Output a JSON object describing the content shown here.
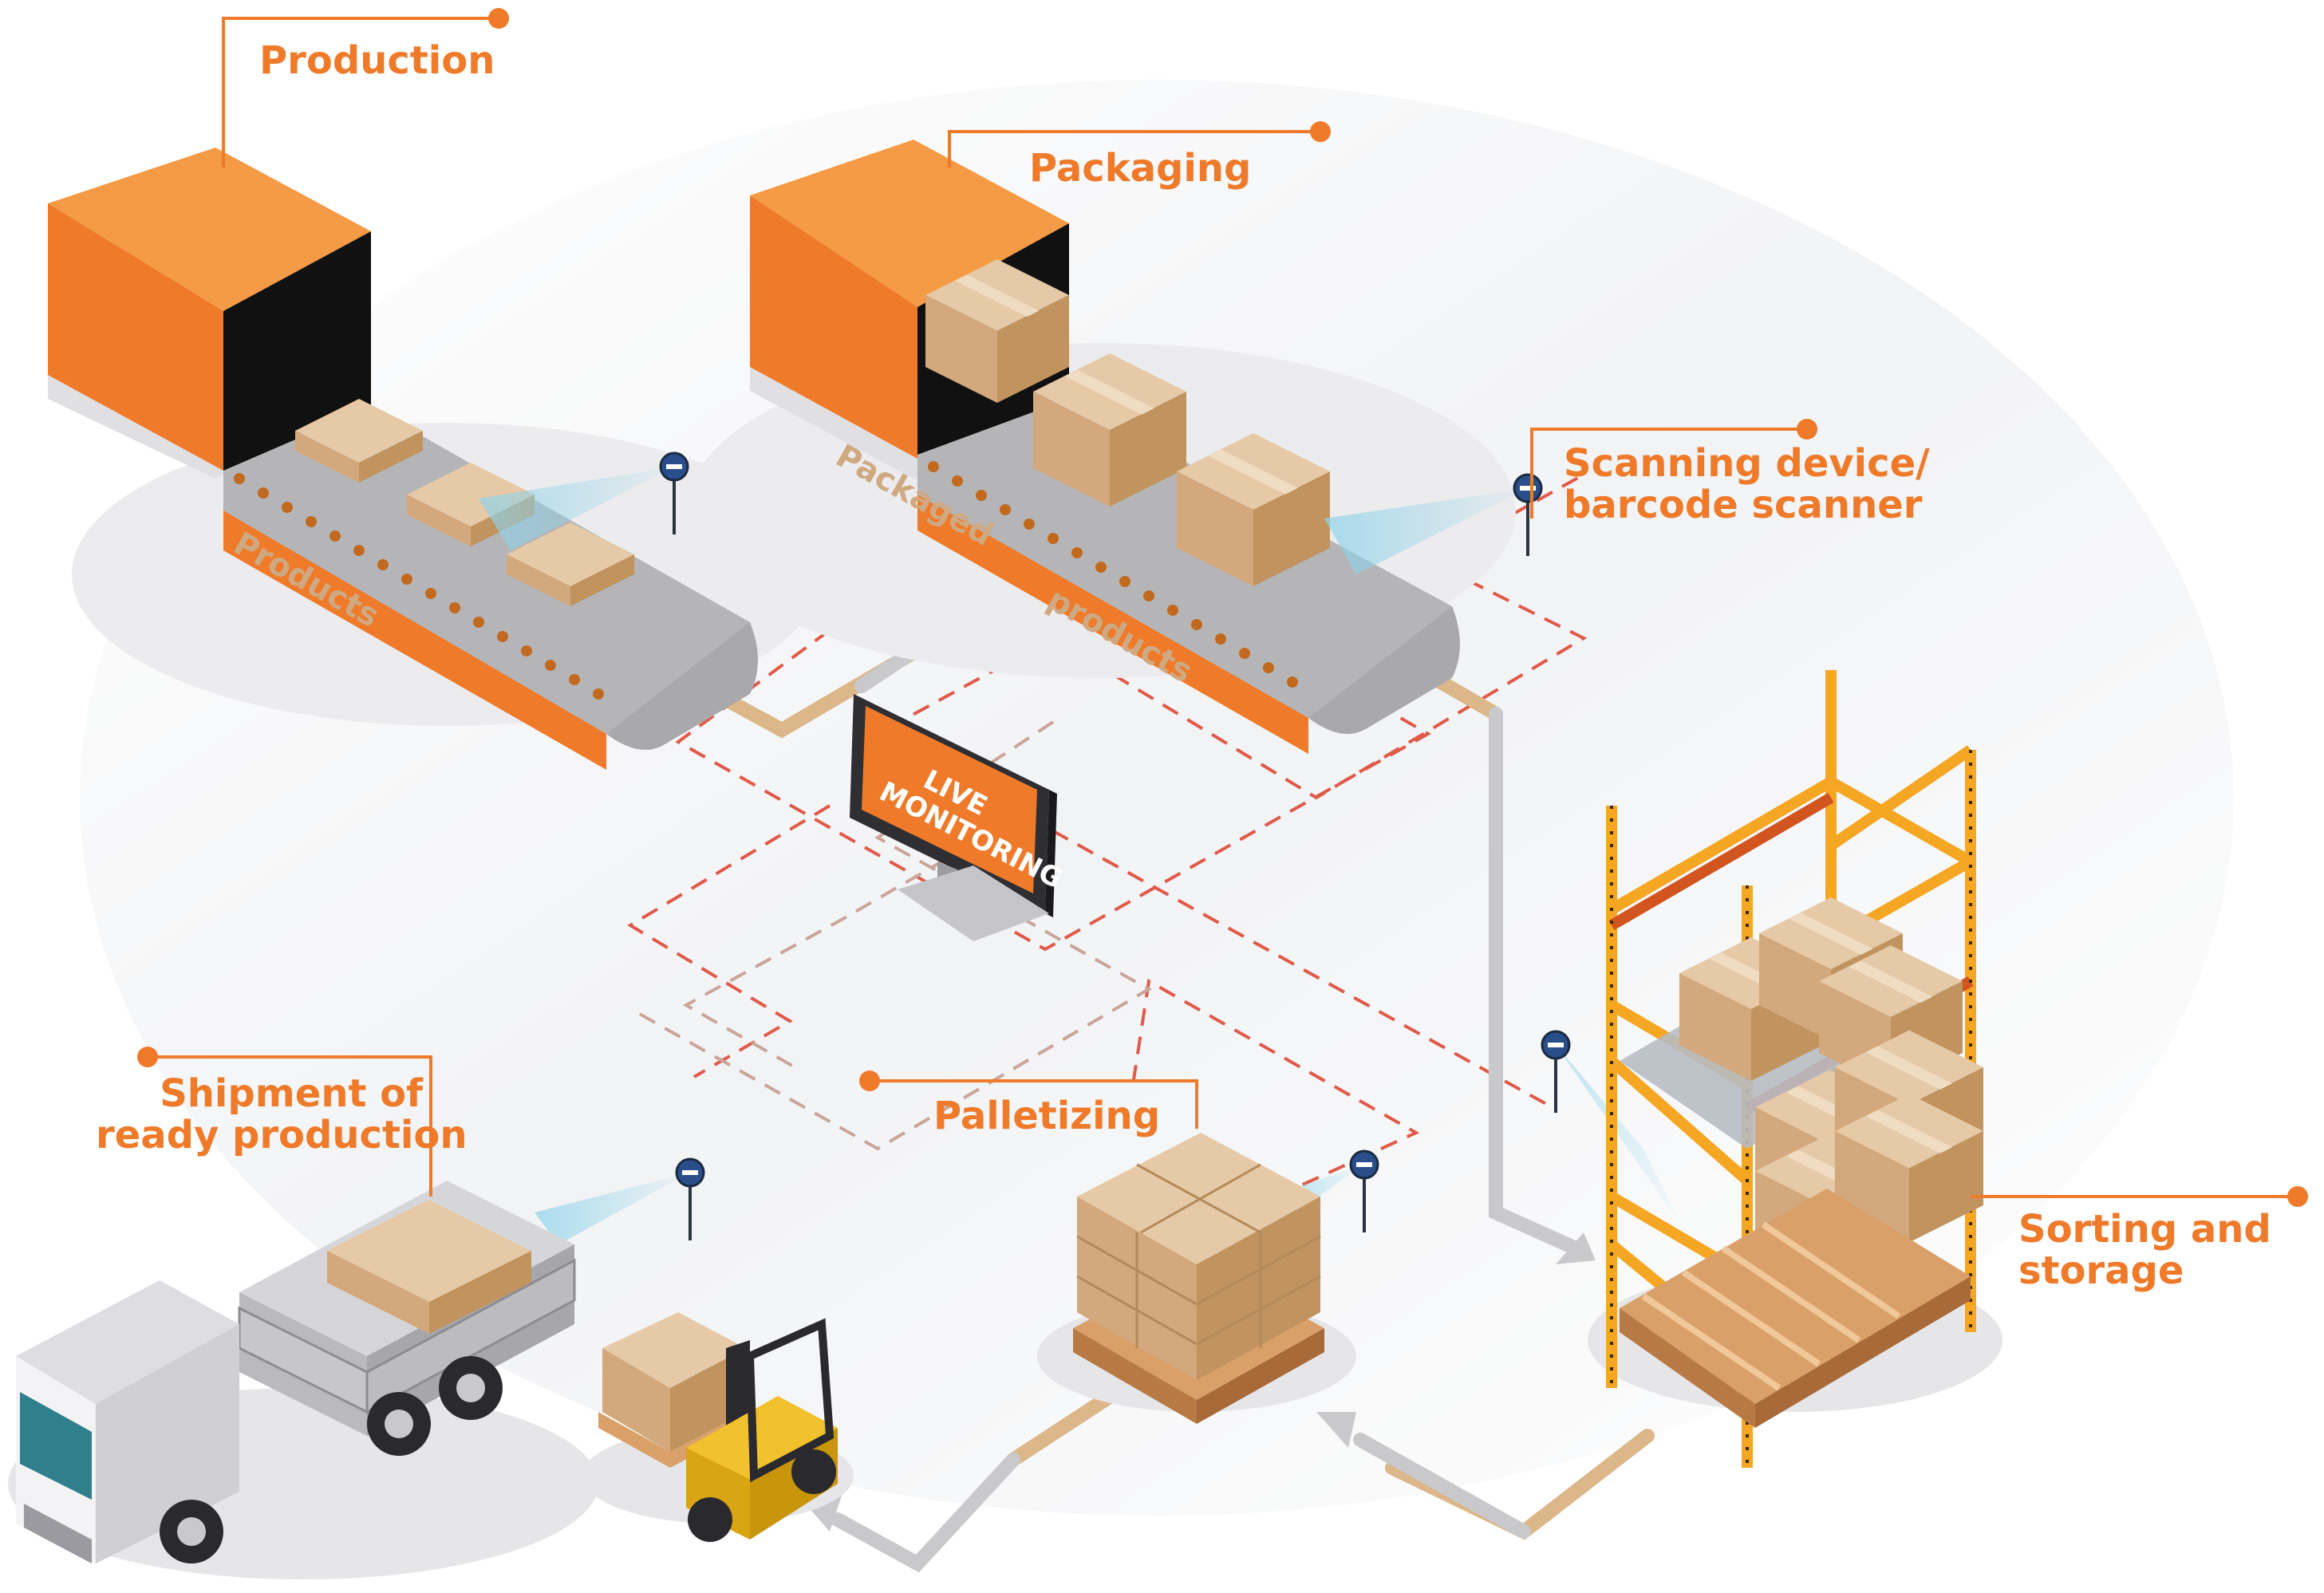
{
  "labels": {
    "production": "Production",
    "packaging": "Packaging",
    "scanner_line1": "Scanning device/",
    "scanner_line2": "barcode scanner",
    "shipment_line1": "Shipment of",
    "shipment_line2": "ready production",
    "palletizing": "Palletizing",
    "sorting_line1": "Sorting and",
    "sorting_line2": "storage"
  },
  "belt_labels": {
    "products": "Products",
    "packaged": "Packaged",
    "packaged_products": "products"
  },
  "monitor": {
    "line1": "LIVE",
    "line2": "MONITORING"
  },
  "colors": {
    "accent_orange": "#ee7a2a",
    "cardboard": "#d8b48c",
    "conveyor_grey": "#bfbfc2",
    "flow_arrow_grey": "#c9c9cc",
    "flow_path_tan": "#dcb78a",
    "dashed_network": "#e05a4a",
    "scanner_beam": "#8fd3ea"
  },
  "icons": [
    "conveyor-icon",
    "box-icon",
    "barcode-scanner-icon",
    "monitor-icon",
    "pallet-icon",
    "storage-rack-icon",
    "forklift-icon",
    "truck-icon"
  ]
}
